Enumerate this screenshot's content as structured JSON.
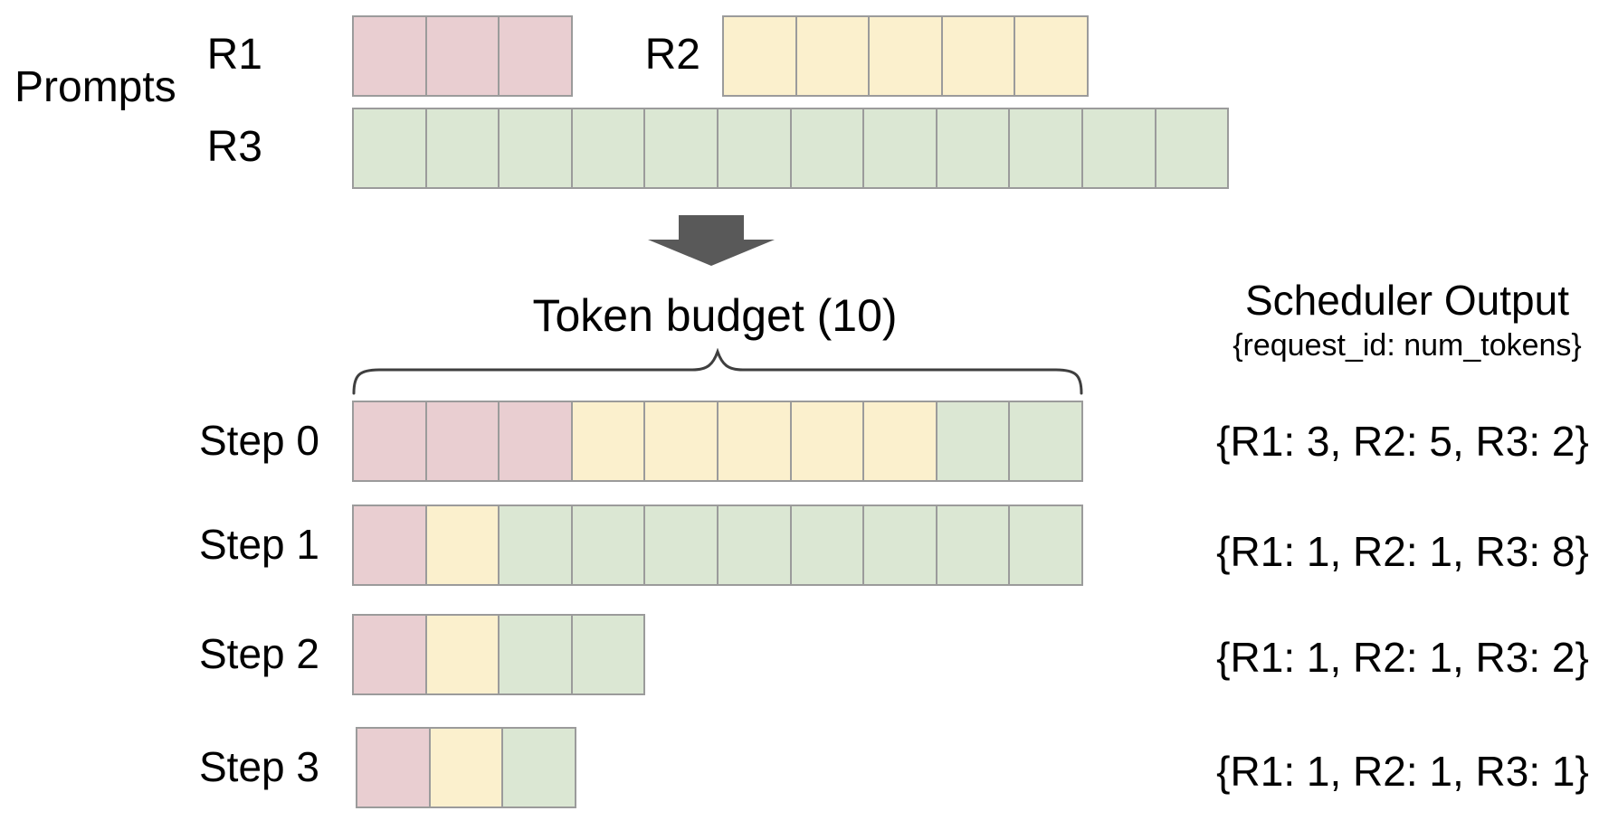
{
  "labels": {
    "prompts": "Prompts",
    "token_budget": "Token budget (10)",
    "scheduler_output_title": "Scheduler Output",
    "scheduler_output_subtitle": "{request_id: num_tokens}"
  },
  "colors": {
    "border": "#9b9b9b",
    "arrow": "#595959",
    "brace": "#3f3f3f",
    "background": "#ffffff",
    "text": "#000000"
  },
  "request_colors": {
    "R1": "#e9ced1",
    "R2": "#fbf0cd",
    "R3": "#dbe7d3"
  },
  "token_budget_value": 10,
  "prompt_rows": [
    {
      "id": "R1",
      "segments": [
        {
          "req": "R1",
          "count": 3
        }
      ]
    },
    {
      "id": "R2",
      "segments": [
        {
          "req": "R2",
          "count": 5
        }
      ]
    },
    {
      "id": "R3",
      "segments": [
        {
          "req": "R3",
          "count": 12
        }
      ]
    }
  ],
  "steps": [
    {
      "label": "Step 0",
      "segments": [
        {
          "req": "R1",
          "count": 3
        },
        {
          "req": "R2",
          "count": 5
        },
        {
          "req": "R3",
          "count": 2
        }
      ],
      "output": "{R1: 3, R2: 5, R3: 2}"
    },
    {
      "label": "Step 1",
      "segments": [
        {
          "req": "R1",
          "count": 1
        },
        {
          "req": "R2",
          "count": 1
        },
        {
          "req": "R3",
          "count": 8
        }
      ],
      "output": "{R1: 1, R2: 1, R3: 8}"
    },
    {
      "label": "Step 2",
      "segments": [
        {
          "req": "R1",
          "count": 1
        },
        {
          "req": "R2",
          "count": 1
        },
        {
          "req": "R3",
          "count": 2
        }
      ],
      "output": "{R1: 1, R2: 1, R3: 2}"
    },
    {
      "label": "Step 3",
      "segments": [
        {
          "req": "R1",
          "count": 1
        },
        {
          "req": "R2",
          "count": 1
        },
        {
          "req": "R3",
          "count": 1
        }
      ],
      "output": "{R1: 1, R2: 1, R3: 1}"
    }
  ]
}
